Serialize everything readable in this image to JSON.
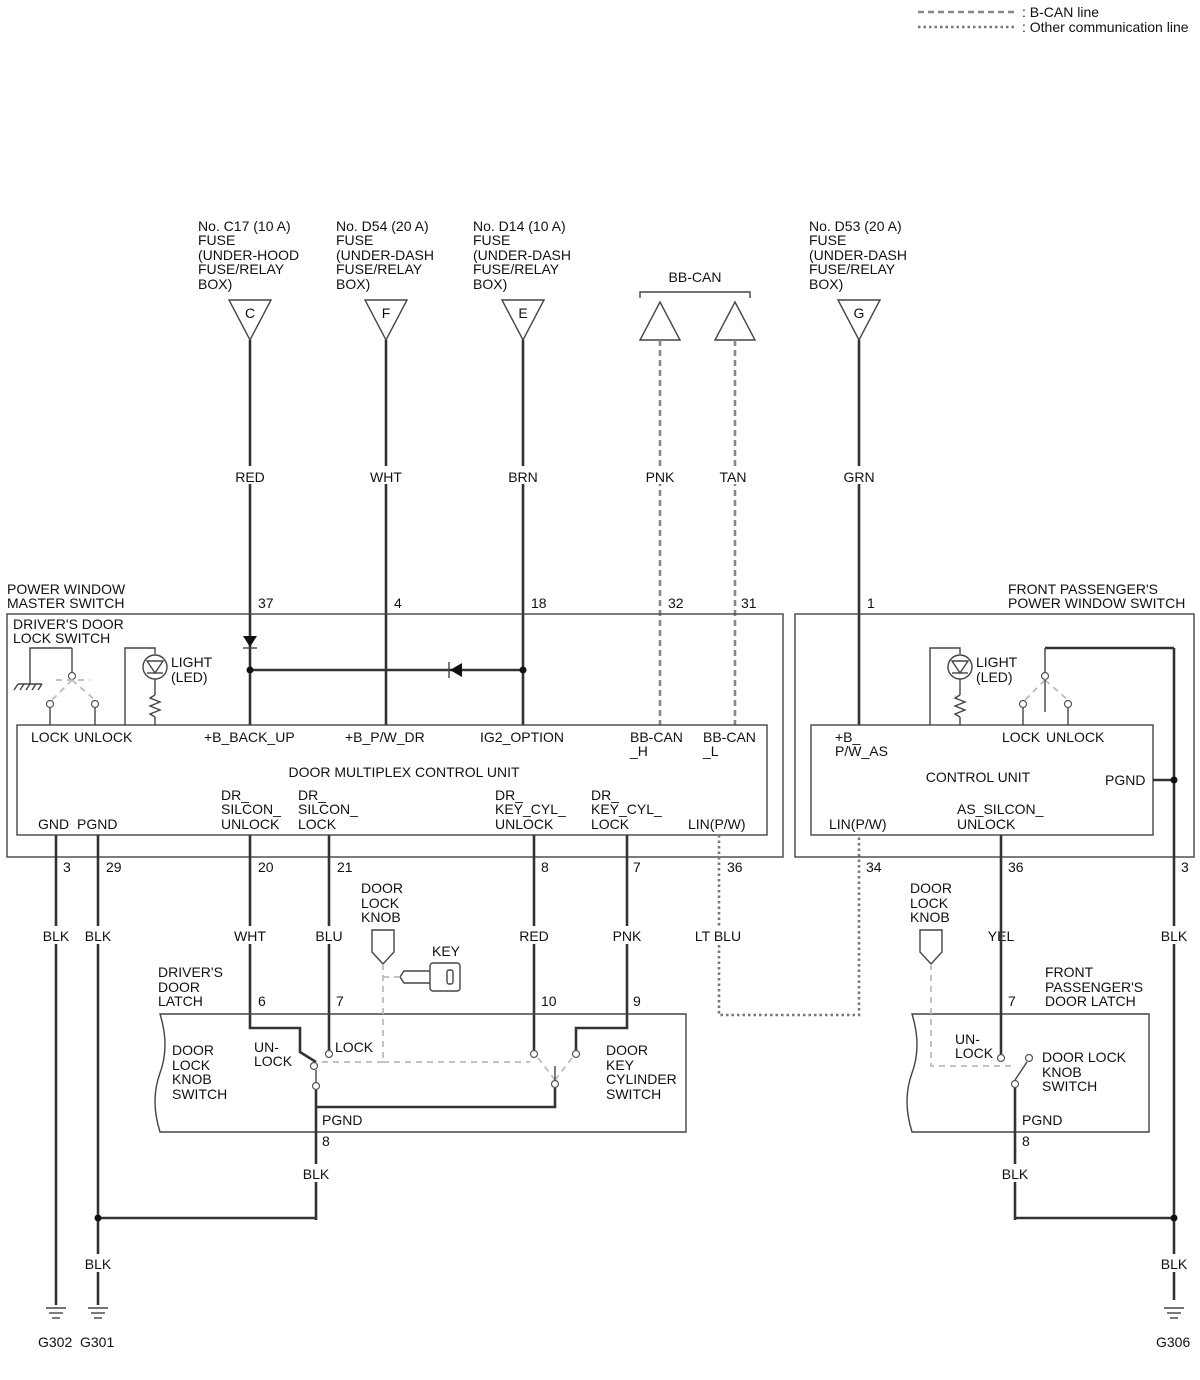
{
  "legend": [
    {
      "label": ": B-CAN line"
    },
    {
      "label": ": Other communication line"
    }
  ],
  "fuses": [
    {
      "lines": [
        "No. C17 (10 A)",
        "FUSE",
        "(UNDER-HOOD",
        "FUSE/RELAY",
        "BOX)"
      ],
      "terminal": "C",
      "wire": "RED"
    },
    {
      "lines": [
        "No. D54 (20 A)",
        "FUSE",
        "(UNDER-DASH",
        "FUSE/RELAY",
        "BOX)"
      ],
      "terminal": "F",
      "wire": "WHT"
    },
    {
      "lines": [
        "No. D14 (10 A)",
        "FUSE",
        "(UNDER-DASH",
        "FUSE/RELAY",
        "BOX)"
      ],
      "terminal": "E",
      "wire": "BRN"
    },
    {
      "lines": [
        "No. D53 (20 A)",
        "FUSE",
        "(UNDER-DASH",
        "FUSE/RELAY",
        "BOX)"
      ],
      "terminal": "G",
      "wire": "GRN"
    }
  ],
  "bbcan": {
    "label": "BB-CAN",
    "wires": [
      "PNK",
      "TAN"
    ]
  },
  "master": {
    "title": [
      "POWER WINDOW",
      "MASTER SWITCH"
    ],
    "door_lock_switch": [
      "DRIVER'S DOOR",
      "LOCK SWITCH"
    ],
    "light": [
      "LIGHT",
      "(LED)"
    ],
    "unit_name": "DOOR MULTIPLEX CONTROL UNIT",
    "top_pins": [
      "37",
      "4",
      "18",
      "32",
      "31"
    ],
    "labels_top": [
      "LOCK",
      "UNLOCK",
      "+B_BACK_UP",
      "+B_P/W_DR",
      "IG2_OPTION",
      "BB-CAN",
      "_H",
      "BB-CAN",
      "_L"
    ],
    "labels_bottom": [
      "GND",
      "PGND",
      "DR_",
      "SILCON_",
      "UNLOCK",
      "DR_",
      "SILCON_",
      "LOCK",
      "DR_",
      "KEY_CYL_",
      "UNLOCK",
      "DR_",
      "KEY_CYL_",
      "LOCK",
      "LIN(P/W)"
    ],
    "bottom_pins": [
      "3",
      "29",
      "20",
      "21",
      "8",
      "7",
      "36"
    ],
    "bottom_wires": [
      "BLK",
      "BLK",
      "WHT",
      "BLU",
      "RED",
      "PNK",
      "LT BLU"
    ]
  },
  "passenger": {
    "title": [
      "FRONT PASSENGER'S",
      "POWER WINDOW SWITCH"
    ],
    "light": [
      "LIGHT",
      "(LED)"
    ],
    "top_pin": "1",
    "labels": [
      "+B_",
      "P/W_AS",
      "LOCK",
      "UNLOCK",
      "CONTROL UNIT",
      "PGND",
      "LIN(P/W)",
      "AS_SILCON_",
      "UNLOCK"
    ],
    "bottom_pins": [
      "34",
      "36",
      "3"
    ],
    "bottom_wires": [
      "YEL",
      "BLK"
    ]
  },
  "driver_latch": {
    "title": [
      "DRIVER'S",
      "DOOR",
      "LATCH"
    ],
    "knob": [
      "DOOR",
      "LOCK",
      "KNOB"
    ],
    "key": "KEY",
    "pins": [
      "6",
      "7",
      "10",
      "9",
      "8"
    ],
    "labels": [
      "DOOR",
      "LOCK",
      "KNOB",
      "SWITCH",
      "UN-",
      "LOCK",
      "LOCK",
      "DOOR",
      "KEY",
      "CYLINDER",
      "SWITCH",
      "PGND"
    ],
    "wire": "BLK"
  },
  "passenger_latch": {
    "title": [
      "FRONT",
      "PASSENGER'S",
      "DOOR LATCH"
    ],
    "knob": [
      "DOOR",
      "LOCK",
      "KNOB"
    ],
    "pins": [
      "7",
      "8"
    ],
    "labels": [
      "UN-",
      "LOCK",
      "DOOR LOCK",
      "KNOB",
      "SWITCH",
      "PGND"
    ],
    "wire": "BLK"
  },
  "grounds": {
    "wires": [
      "BLK",
      "BLK"
    ],
    "names": [
      "G302",
      "G301",
      "G306"
    ]
  }
}
